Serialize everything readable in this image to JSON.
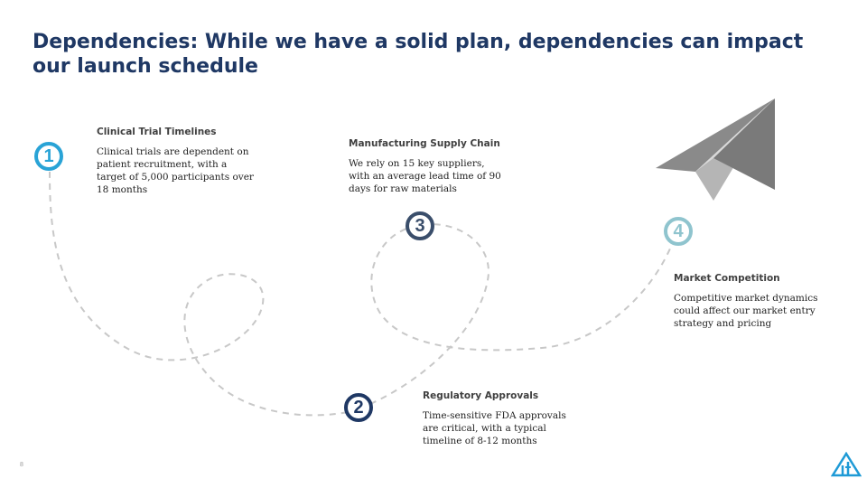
{
  "slide": {
    "title": "Dependencies: While we have a solid plan, dependencies can impact our launch schedule",
    "page_number": "8"
  },
  "steps": [
    {
      "number": "1",
      "heading": "Clinical Trial Timelines",
      "text": "Clinical trials are dependent on patient recruitment, with a target of 5,000 participants over 18 months"
    },
    {
      "number": "2",
      "heading": "Regulatory Approvals",
      "text": "Time-sensitive FDA approvals are critical, with a typical timeline of 8-12 months"
    },
    {
      "number": "3",
      "heading": "Manufacturing Supply Chain",
      "text": "We rely on 15 key suppliers, with an average lead time of 90 days for raw materials"
    },
    {
      "number": "4",
      "heading": "Market Competition",
      "text": "Competitive market dynamics could affect our market entry strategy and pricing"
    }
  ],
  "colors": {
    "title": "#1f3864",
    "step1": "#29a3d6",
    "step2": "#1f3864",
    "step3": "#3a4e6b",
    "step4": "#8fc4ce",
    "path": "#c8c8c8",
    "plane": "#8a8a8a",
    "logo": "#1e9ad6"
  },
  "icons": {
    "decoration": "paper-plane-icon",
    "brand": "triangle-logo-icon"
  }
}
